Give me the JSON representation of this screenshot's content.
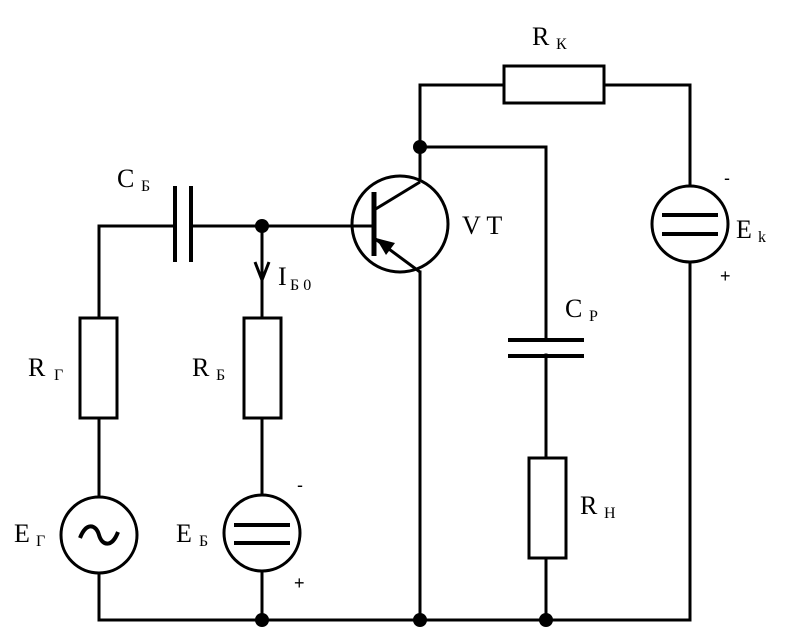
{
  "labels": {
    "rk": {
      "main": "R",
      "sub": "К"
    },
    "cb": {
      "main": "C",
      "sub": "Б"
    },
    "vt": {
      "main": "V T"
    },
    "ek": {
      "main": "E",
      "sub": "k"
    },
    "ib0": {
      "main": "I",
      "sub": "Б 0"
    },
    "rg": {
      "main": "R",
      "sub": "Г"
    },
    "rb": {
      "main": "R",
      "sub": "Б"
    },
    "cp": {
      "main": "C",
      "sub": "P"
    },
    "rn": {
      "main": "R",
      "sub": "Н"
    },
    "eg": {
      "main": "E",
      "sub": "Г"
    },
    "eb": {
      "main": "E",
      "sub": "Б"
    }
  },
  "signs": {
    "ek_minus": "-",
    "ek_plus": "+",
    "eb_minus": "-",
    "eb_plus": "+"
  }
}
